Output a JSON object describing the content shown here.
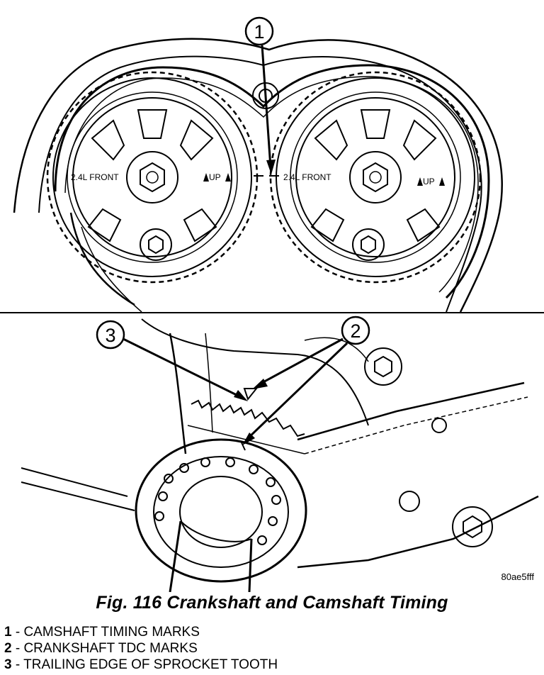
{
  "figure": {
    "caption": "Fig. 116 Crankshaft and Camshaft Timing",
    "image_code": "80ae5fff",
    "sprocket_labels": {
      "left_front": "2.4L FRONT",
      "left_up": "UP",
      "right_front": "2.4L FRONT",
      "right_up": "UP"
    },
    "callouts": [
      "1",
      "2",
      "3"
    ]
  },
  "legend": [
    {
      "number": "1",
      "text": " - CAMSHAFT TIMING MARKS"
    },
    {
      "number": "2",
      "text": " - CRANKSHAFT TDC MARKS"
    },
    {
      "number": "3",
      "text": " - TRAILING EDGE OF SPROCKET TOOTH"
    }
  ]
}
